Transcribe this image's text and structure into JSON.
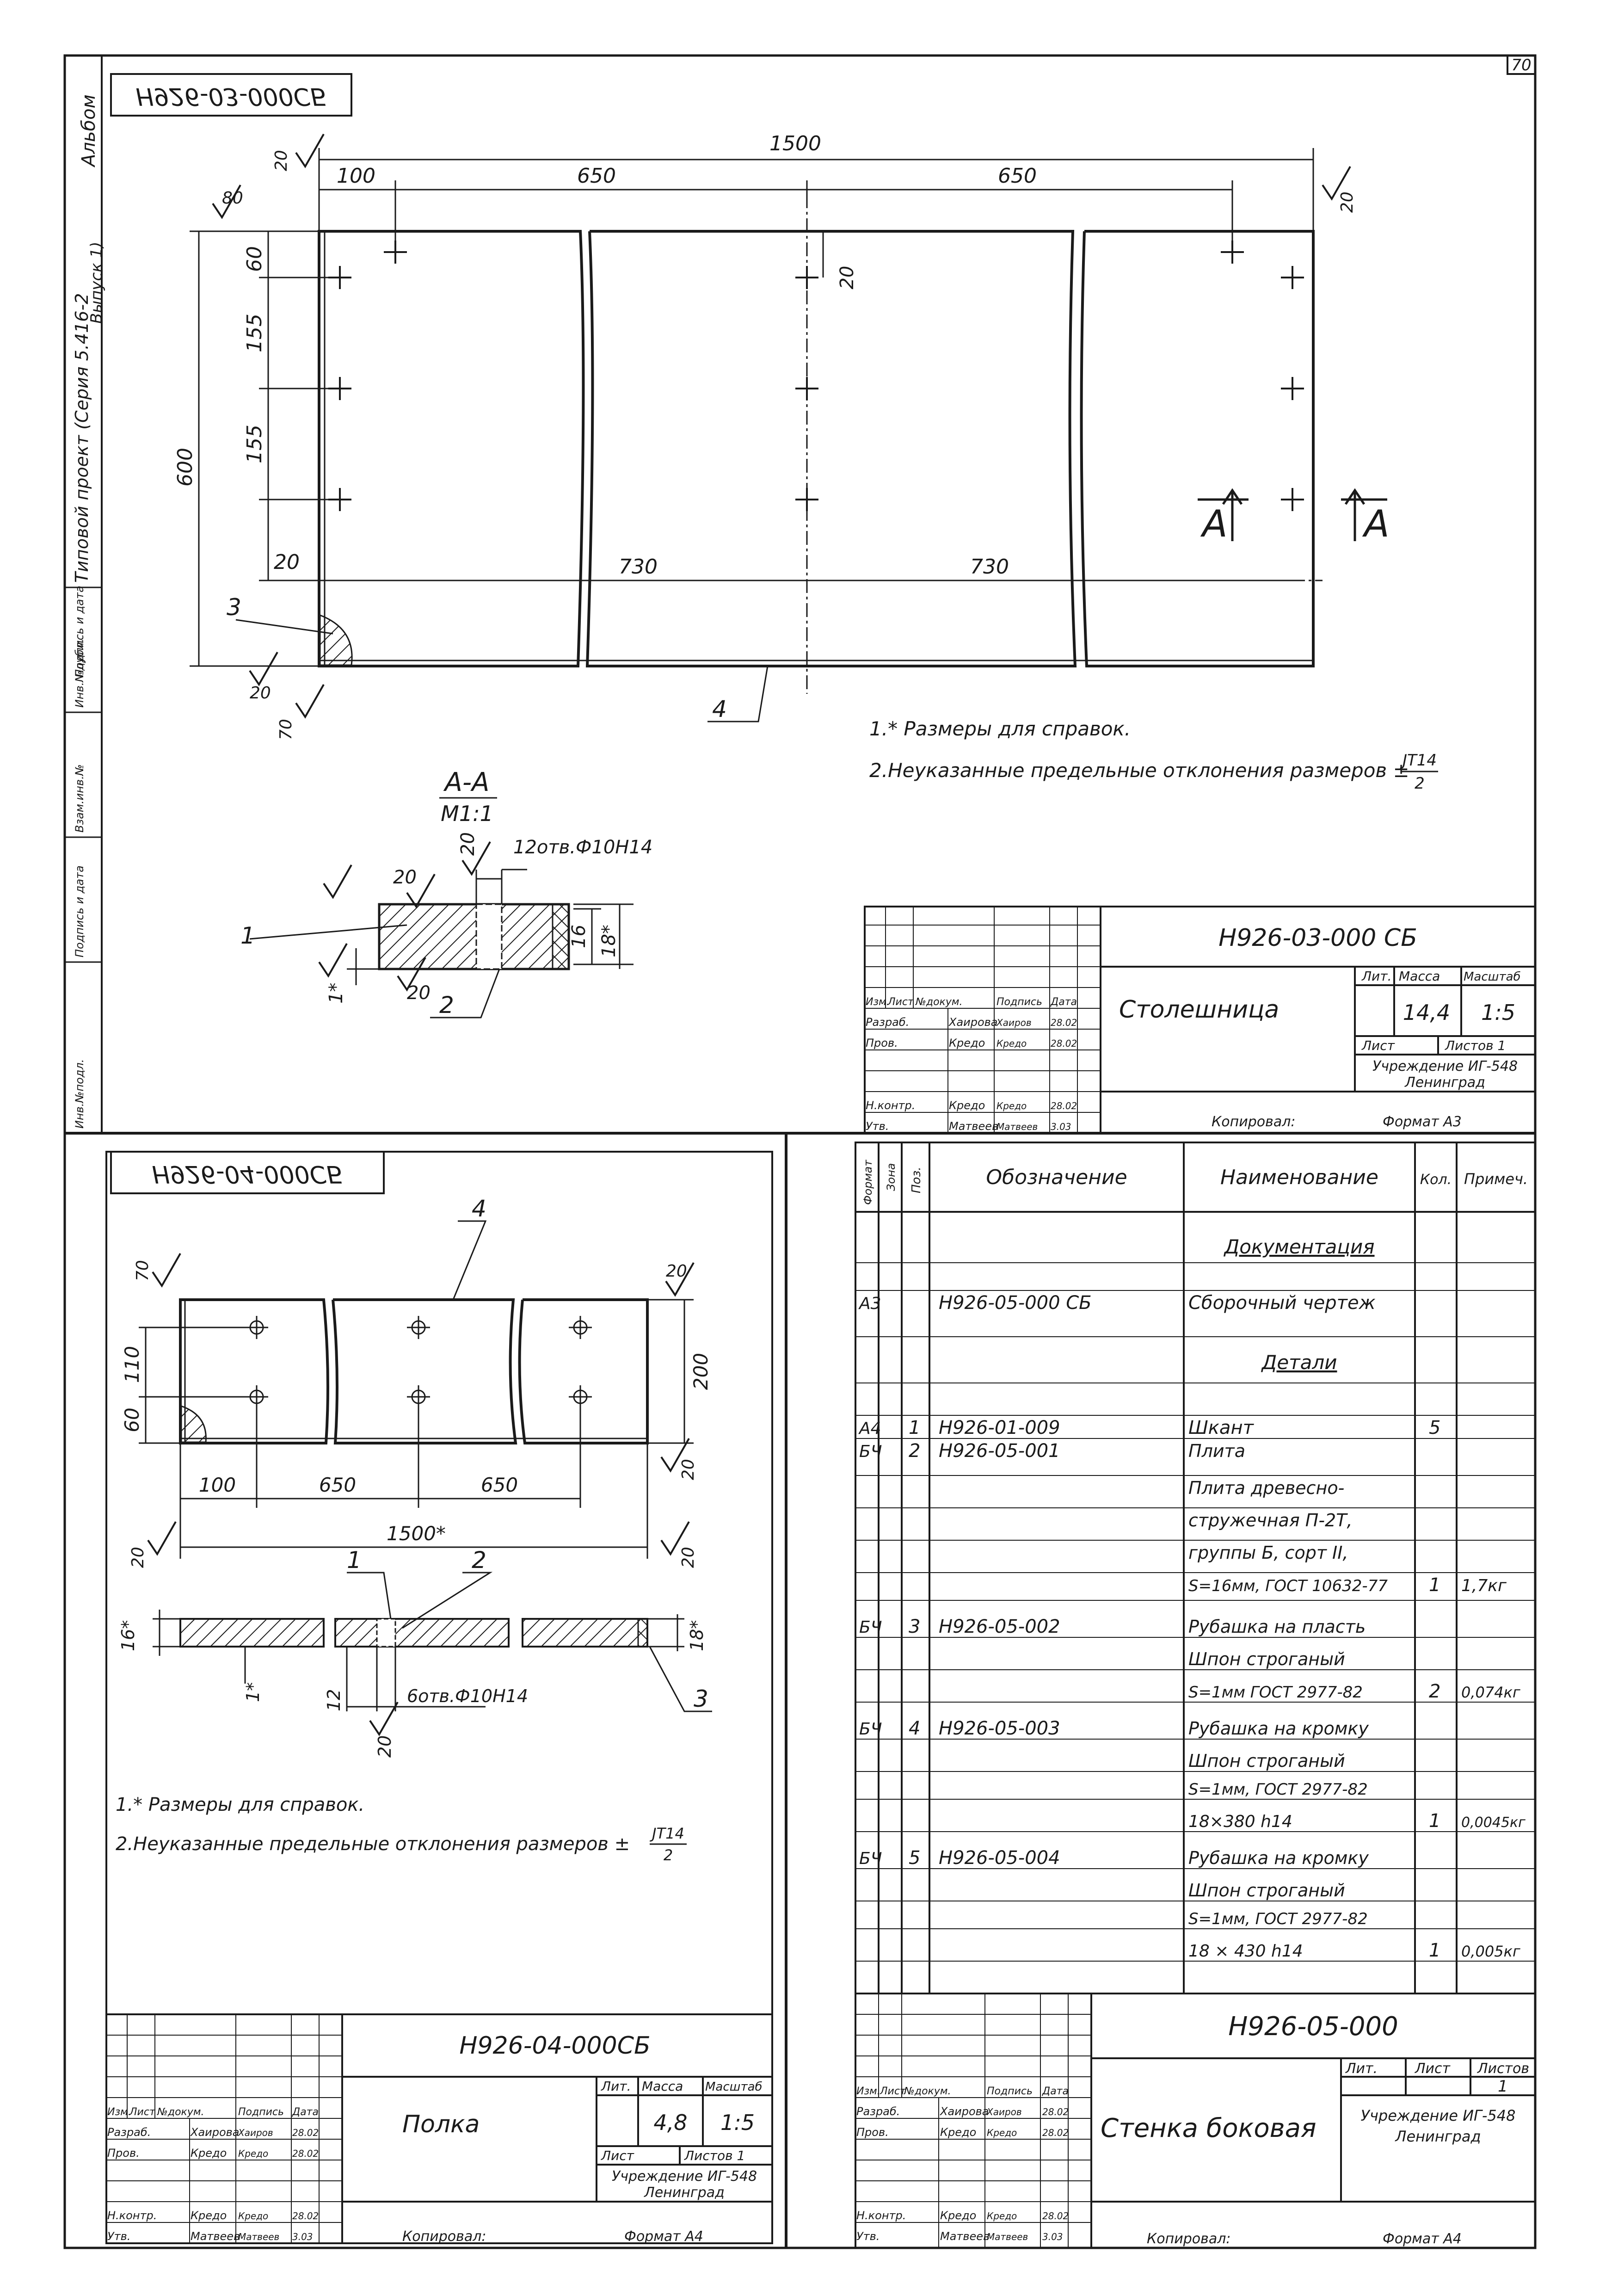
{
  "sheet_number": "70",
  "margin_stamp": {
    "album": "Альбом",
    "series_line1": "Типовой проект (Серия 5.416-2",
    "series_line2": "Выпуск 1)",
    "side_fields": [
      "Инв.№подл.",
      "Подпись и дата",
      "Взам.инв.№",
      "Инв.№дубл.",
      "Подпись и дата"
    ]
  },
  "drawing1": {
    "mirror_code": "Н926-03-000СБ",
    "dims": {
      "total": "1500",
      "seg100": "100",
      "seg650a": "650",
      "seg650b": "650",
      "h600": "600",
      "v60": "60",
      "v155a": "155",
      "v155b": "155",
      "b20": "20",
      "b730a": "730",
      "b730b": "730",
      "m20": "20",
      "r80": "80"
    },
    "roughness": [
      "80",
      "20",
      "20",
      "20",
      "70"
    ],
    "section_marks": [
      "А",
      "А"
    ],
    "leaders": [
      "3",
      "4"
    ],
    "notes": [
      "1.* Размеры для справок.",
      "2.Неуказанные предельные отклонения размеров ±"
    ],
    "tol_num": "JT14",
    "tol_den": "2",
    "section": {
      "title": "А-А",
      "scale": "М1:1",
      "holes": "12отв.Ф10Н14",
      "d20a": "20",
      "d20b": "20",
      "d20c": "20",
      "d16": "16",
      "d18": "18*",
      "d1": "1*",
      "leaders": [
        "1",
        "2"
      ]
    },
    "title_block": {
      "code": "Н926-03-000 СБ",
      "name": "Столешница",
      "hdr": [
        "Изм.",
        "Лист",
        "№докум.",
        "Подпись",
        "Дата"
      ],
      "rows": [
        [
          "Разраб.",
          "Хаирова",
          "Хаиров",
          "28.02"
        ],
        [
          "Пров.",
          "Кредо",
          "Кредо",
          "28.02"
        ],
        [
          "Н.контр.",
          "Кредо",
          "Кредо",
          "28.02"
        ],
        [
          "Утв.",
          "Матвеев",
          "Матвеев",
          "3.03"
        ]
      ],
      "col_lit": "Лит.",
      "col_mass": "Масса",
      "col_scale": "Масштаб",
      "mass": "14,4",
      "scale": "1:5",
      "sheet": "Лист",
      "sheets": "Листов 1",
      "org1": "Учреждение ИГ-548",
      "org2": "Ленинград",
      "copied": "Копировал:",
      "format": "Формат А3"
    }
  },
  "drawing2": {
    "mirror_code": "Н926-04-000СБ",
    "dims": {
      "h110": "110",
      "h60": "60",
      "h200": "200",
      "w100": "100",
      "w650a": "650",
      "w650b": "650",
      "w1500": "1500*"
    },
    "roughness": [
      "70",
      "20",
      "20",
      "20",
      "20"
    ],
    "leaders": [
      "4",
      "1",
      "2",
      "3"
    ],
    "section_dims": {
      "d16": "16*",
      "d18": "18*",
      "d1": "1*",
      "d12": "12",
      "d20": "20",
      "holes": "6отв.Ф10Н14"
    },
    "notes": [
      "1.* Размеры для справок.",
      "2.Неуказанные предельные отклонения размеров ±"
    ],
    "tol_num": "JT14",
    "tol_den": "2",
    "title_block": {
      "code": "Н926-04-000СБ",
      "name": "Полка",
      "hdr": [
        "Изм.",
        "Лист",
        "№докум.",
        "Подпись",
        "Дата"
      ],
      "rows": [
        [
          "Разраб.",
          "Хаирова",
          "Хаиров",
          "28.02"
        ],
        [
          "Пров.",
          "Кредо",
          "Кредо",
          "28.02"
        ],
        [
          "Н.контр.",
          "Кредо",
          "Кредо",
          "28.02"
        ],
        [
          "Утв.",
          "Матвеев",
          "Матвеев",
          "3.03"
        ]
      ],
      "col_lit": "Лит.",
      "col_mass": "Масса",
      "col_scale": "Масштаб",
      "mass": "4,8",
      "scale": "1:5",
      "sheet": "Лист",
      "sheets": "Листов 1",
      "org1": "Учреждение ИГ-548",
      "org2": "Ленинград",
      "copied": "Копировал:",
      "format": "Формат А4"
    }
  },
  "spec": {
    "headers": [
      "Формат",
      "Зона",
      "Поз.",
      "Обозначение",
      "Наименование",
      "Кол.",
      "Примеч."
    ],
    "sections": {
      "documentation": "Документация",
      "details": "Детали"
    },
    "rows": [
      {
        "fmt": "А3",
        "pos": "",
        "code": "Н926-05-000 СБ",
        "name": [
          "Сборочный чертеж"
        ],
        "qty": "",
        "note": ""
      },
      {
        "fmt": "А4",
        "pos": "1",
        "code": "Н926-01-009",
        "name": [
          "Шкант"
        ],
        "qty": "5",
        "note": ""
      },
      {
        "fmt": "БЧ",
        "pos": "2",
        "code": "Н926-05-001",
        "name": [
          "Плита",
          "Плита древесно-",
          "стружечная П-2Т,",
          "группы Б, сорт II,",
          "S=16мм, ГОСТ 10632-77"
        ],
        "qty": "1",
        "note": "1,7кг"
      },
      {
        "fmt": "БЧ",
        "pos": "3",
        "code": "Н926-05-002",
        "name": [
          "Рубашка на пласть",
          "Шпон строганый",
          "S=1мм ГОСТ 2977-82"
        ],
        "qty": "2",
        "note": "0,074кг"
      },
      {
        "fmt": "БЧ",
        "pos": "4",
        "code": "Н926-05-003",
        "name": [
          "Рубашка на кромку",
          "Шпон строганый",
          "S=1мм, ГОСТ 2977-82",
          "18×380 h14"
        ],
        "qty": "1",
        "note": "0,0045кг"
      },
      {
        "fmt": "БЧ",
        "pos": "5",
        "code": "Н926-05-004",
        "name": [
          "Рубашка на кромку",
          "Шпон строганый",
          "S=1мм, ГОСТ 2977-82",
          "18 × 430 h14"
        ],
        "qty": "1",
        "note": "0,005кг"
      }
    ],
    "title_block": {
      "code": "Н926-05-000",
      "name": "Стенка боковая",
      "hdr": [
        "Изм.",
        "Лист",
        "№докум.",
        "Подпись",
        "Дата"
      ],
      "rows": [
        [
          "Разраб.",
          "Хаирова",
          "Хаиров",
          "28.02"
        ],
        [
          "Пров.",
          "Кредо",
          "Кредо",
          "28.02"
        ],
        [
          "Н.контр.",
          "Кредо",
          "Кредо",
          "28.02"
        ],
        [
          "Утв.",
          "Матвеев",
          "Матвеев",
          "3.03"
        ]
      ],
      "col_lit": "Лит.",
      "col_sheet": "Лист",
      "col_sheets": "Листов",
      "sheets_val": "1",
      "org1": "Учреждение ИГ-548",
      "org2": "Ленинград",
      "copied": "Копировал:",
      "format": "Формат А4"
    }
  }
}
